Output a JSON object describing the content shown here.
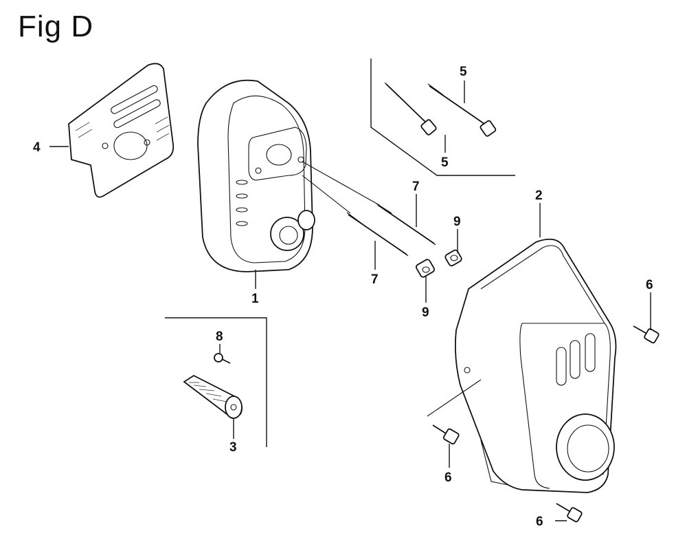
{
  "figure": {
    "title": "Fig D"
  },
  "callouts": [
    {
      "id": "c1",
      "label": "1"
    },
    {
      "id": "c2",
      "label": "2"
    },
    {
      "id": "c3",
      "label": "3"
    },
    {
      "id": "c4",
      "label": "4"
    },
    {
      "id": "c5a",
      "label": "5"
    },
    {
      "id": "c5b",
      "label": "5"
    },
    {
      "id": "c6a",
      "label": "6"
    },
    {
      "id": "c6b",
      "label": "6"
    },
    {
      "id": "c6c",
      "label": "6"
    },
    {
      "id": "c7a",
      "label": "7"
    },
    {
      "id": "c7b",
      "label": "7"
    },
    {
      "id": "c8",
      "label": "8"
    },
    {
      "id": "c9a",
      "label": "9"
    },
    {
      "id": "c9b",
      "label": "9"
    }
  ]
}
